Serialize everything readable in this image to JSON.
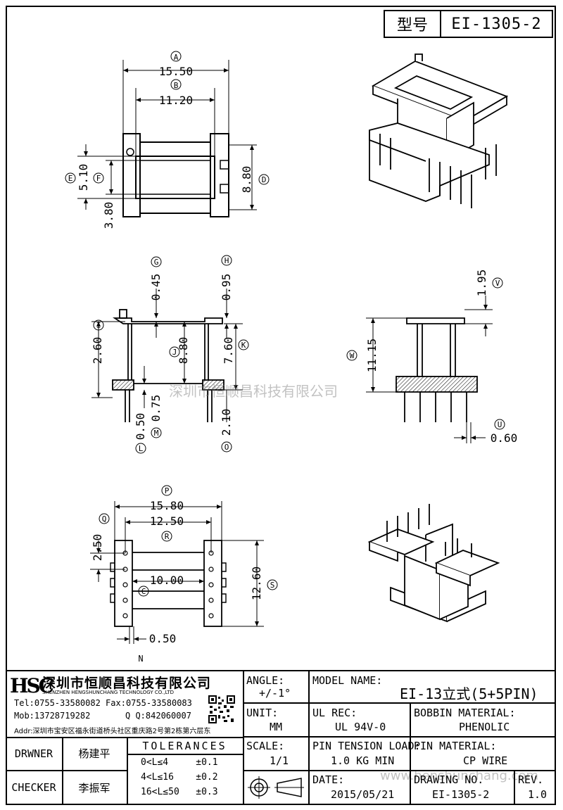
{
  "header": {
    "model_label": "型号",
    "model_value": "EI-1305-2"
  },
  "top_view": {
    "dim_a_label": "A",
    "dim_a_value": "15.50",
    "dim_b_label": "B",
    "dim_b_value": "11.20",
    "dim_e_label": "E",
    "dim_e_value": "5.10",
    "dim_f_label": "F",
    "dim_f_value": "3.80",
    "dim_d_label": "D",
    "dim_d_value": "8.80"
  },
  "side_view": {
    "dim_g_label": "G",
    "dim_g_value": "0.45",
    "dim_h_label": "H",
    "dim_h_value": "0.95",
    "dim_i_label": "I",
    "dim_i_value": "2.60",
    "dim_j_label": "J",
    "dim_j_value": "8.80",
    "dim_k_label": "K",
    "dim_k_value": "7.60",
    "dim_l_label": "L",
    "dim_l_value": "0.50",
    "dim_m_label": "M",
    "dim_m_value": "0.75",
    "dim_o_label": "O",
    "dim_o_value": "2.10"
  },
  "front_view": {
    "dim_v_label": "V",
    "dim_v_value": "1.95",
    "dim_w_label": "W",
    "dim_w_value": "11.15",
    "dim_u_label": "U",
    "dim_u_value": "0.60"
  },
  "bottom_view": {
    "dim_p_label": "P",
    "dim_p_value": "15.80",
    "dim_q_label": "Q",
    "dim_q_value": "2.50",
    "dim_r_label": "R",
    "dim_r_value": "12.50",
    "dim_c_label": "C",
    "dim_c_value": "10.00",
    "dim_s_label": "S",
    "dim_s_value": "12.60",
    "dim_n_label": "N",
    "dim_n_value": "0.50"
  },
  "watermark": {
    "text1": "深圳市恒顺昌科技有限公司",
    "text2": "www.henshunchang.com"
  },
  "title_block": {
    "company_logo": "HSC",
    "company_name": "深圳市恒顺昌科技有限公司",
    "company_en": "SHENZHEN HENGSHUNCHANG TECHNOLOGY CO.,LTD",
    "tel": "Tel:0755-33580082 Fax:0755-33580083",
    "mob": "Mob:13728719282",
    "qq": "Q  Q:842060007",
    "addr": "Addr:深圳市宝安区福永街道桥头社区重庆路2号第2栋第六层东",
    "angle_label": "ANGLE:",
    "angle_value": "+/-1°",
    "unit_label": "UNIT:",
    "unit_value": "MM",
    "scale_label": "SCALE:",
    "scale_value": "1/1",
    "model_name_label": "MODEL NAME:",
    "model_name_value": "EI-13立式(5+5PIN)",
    "ul_rec_label": "UL REC:",
    "ul_rec_value": "UL 94V-0",
    "bobbin_material_label": "BOBBIN MATERIAL:",
    "bobbin_material_value": "PHENOLIC",
    "pin_tension_label": "PIN TENSION LOAD:",
    "pin_tension_value": "1.0 KG MIN",
    "pin_material_label": "PIN MATERIAL:",
    "pin_material_value": "CP WIRE",
    "date_label": "DATE:",
    "date_value": "2015/05/21",
    "drawing_no_label": "DRAWING NO.",
    "drawing_no_value": "EI-1305-2",
    "rev_label": "REV.",
    "rev_value": "1.0",
    "drawer_label": "DRWNER",
    "drawer_value": "杨建平",
    "checker_label": "CHECKER",
    "checker_value": "李振军",
    "tolerances_label": "TOLERANCES",
    "tol_row1": "0<L≤4     ±0.1",
    "tol_row2": "4<L≤16    ±0.2",
    "tol_row3": "16<L≤50   ±0.3"
  }
}
